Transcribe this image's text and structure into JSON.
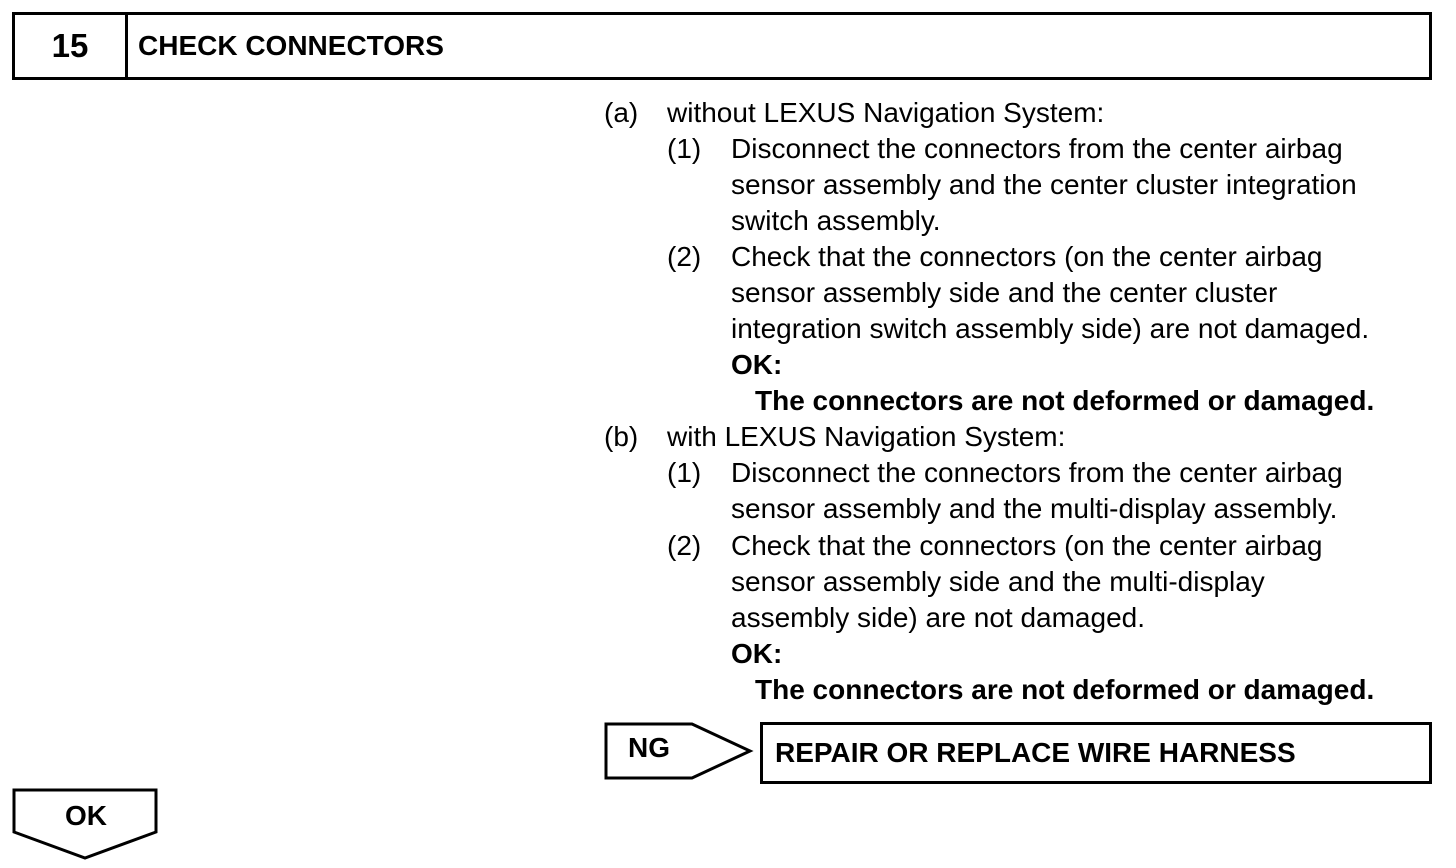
{
  "header": {
    "step_number": "15",
    "title": "CHECK CONNECTORS"
  },
  "steps": {
    "a": {
      "marker": "(a)",
      "text": "without LEXUS Navigation System:",
      "sub1": {
        "marker": "(1)",
        "lines": [
          "Disconnect the connectors from the center airbag",
          "sensor assembly and the center cluster integration",
          "switch assembly."
        ]
      },
      "sub2": {
        "marker": "(2)",
        "lines": [
          "Check that the connectors (on the center airbag",
          "sensor assembly side and the center cluster",
          "integration switch assembly side) are not damaged."
        ],
        "ok_label": "OK:",
        "ok_text": "The connectors are not deformed or damaged."
      }
    },
    "b": {
      "marker": "(b)",
      "text": "with LEXUS Navigation System:",
      "sub1": {
        "marker": "(1)",
        "lines": [
          "Disconnect the connectors from the center airbag",
          "sensor assembly and the multi-display assembly."
        ]
      },
      "sub2": {
        "marker": "(2)",
        "lines": [
          "Check that the connectors (on the center airbag",
          "sensor assembly side and the multi-display",
          "assembly side) are not damaged."
        ],
        "ok_label": "OK:",
        "ok_text": "The connectors are not deformed or damaged."
      }
    }
  },
  "ng_branch": {
    "label": "NG",
    "action": "REPAIR OR REPLACE WIRE HARNESS"
  },
  "ok_branch": {
    "label": "OK"
  }
}
